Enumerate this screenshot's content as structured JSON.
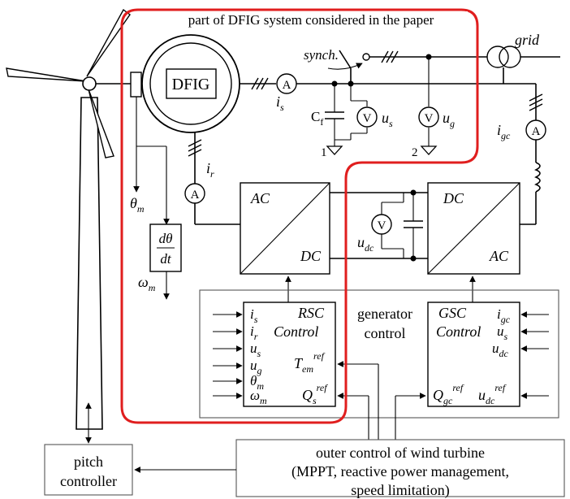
{
  "highlight": {
    "label": "part of DFIG system considered in the paper",
    "color": "#e01e1e"
  },
  "grid": {
    "label": "grid"
  },
  "switch": {
    "label": "synch."
  },
  "generator": {
    "label": "DFIG"
  },
  "meters": {
    "ammeter": "A",
    "voltmeter": "V"
  },
  "signals": {
    "is": "i",
    "is_sub": "s",
    "ir": "i",
    "ir_sub": "r",
    "igc": "i",
    "igc_sub": "gc",
    "us": "u",
    "us_sub": "s",
    "ug": "u",
    "ug_sub": "g",
    "udc": "u",
    "udc_sub": "dc",
    "theta_m": "θ",
    "theta_m_sub": "m",
    "omega_m": "ω",
    "omega_m_sub": "m",
    "cf": "C",
    "cf_sub": "f",
    "ground1": "1",
    "ground2": "2"
  },
  "derivative": {
    "num": "dθ",
    "den": "dt"
  },
  "rsc_converter": {
    "top": "AC",
    "bottom": "DC"
  },
  "gsc_converter": {
    "top": "DC",
    "bottom": "AC"
  },
  "rsc_control": {
    "title": "RSC",
    "subtitle": "Control",
    "inputs": [
      {
        "main": "i",
        "sub": "s"
      },
      {
        "main": "i",
        "sub": "r"
      },
      {
        "main": "u",
        "sub": "s"
      },
      {
        "main": "u",
        "sub": "g"
      },
      {
        "main": "θ",
        "sub": "m"
      },
      {
        "main": "ω",
        "sub": "m"
      }
    ],
    "tem_main": "T",
    "tem_sub": "em",
    "tem_sup": "ref",
    "qs_main": "Q",
    "qs_sub": "s",
    "qs_sup": "ref"
  },
  "generator_control": {
    "line1": "generator",
    "line2": "control"
  },
  "gsc_control": {
    "title": "GSC",
    "subtitle": "Control",
    "inputs": [
      {
        "main": "i",
        "sub": "gc"
      },
      {
        "main": "u",
        "sub": "s"
      },
      {
        "main": "u",
        "sub": "dc"
      }
    ],
    "qgc_main": "Q",
    "qgc_sub": "gc",
    "qgc_sup": "ref",
    "udc_main": "u",
    "udc_sub": "dc",
    "udc_sup": "ref"
  },
  "pitch_controller": {
    "line1": "pitch",
    "line2": "controller"
  },
  "outer_control": {
    "line1": "outer control of wind turbine",
    "line2": "(MPPT, reactive power management,",
    "line3": "speed limitation)"
  }
}
